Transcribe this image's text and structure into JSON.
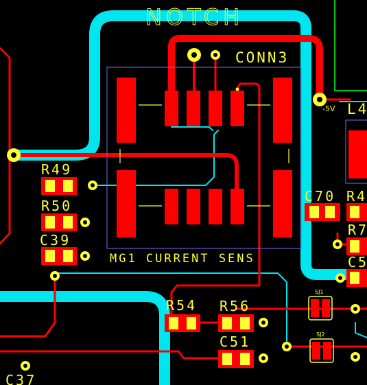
{
  "board": {
    "background": "#000000",
    "top_copper_color": "#ff0000",
    "bottom_copper_color": "#00e5ee",
    "silkscreen_color": "#ffff33",
    "outline_color": "#7b68ee",
    "keepout_color": "#00cc00"
  },
  "labels": {
    "notch": "NOTCH",
    "conn3": "CONN3",
    "mg1": "MG1 CURRENT SENS",
    "neg5v": "-5V",
    "l4": "L4",
    "r49": "R49",
    "r50": "R50",
    "c39": "C39",
    "c70": "C70",
    "r4x": "R4",
    "r7x": "R7",
    "c5x": "C5",
    "r54": "R54",
    "r56": "R56",
    "c51": "C51",
    "c37": "C37",
    "sj1": "SJ1",
    "sj2": "SJ2"
  }
}
